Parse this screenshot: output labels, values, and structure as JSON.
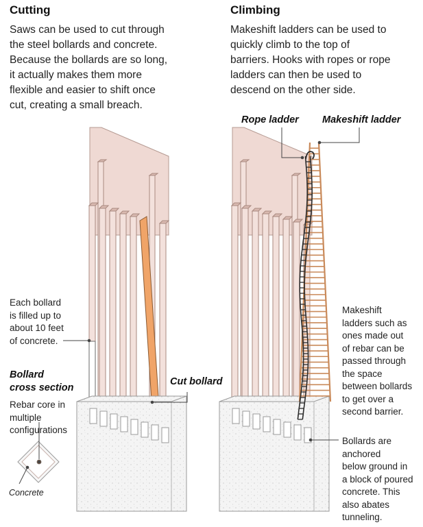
{
  "cutting": {
    "title": "Cutting",
    "body": "Saws can be used to cut through\nthe steel bollards and concrete.\nBecause the bollards are so long,\nit actually makes them more\nflexible and easier to shift once\ncut, creating a small breach."
  },
  "climbing": {
    "title": "Climbing",
    "body": "Makeshift ladders can be used to\nquickly climb to the top of\nbarriers. Hooks with ropes or rope\nladders can then be used to\ndescend on the other side."
  },
  "labels": {
    "bollard_fill": "Each bollard\nis filled up to\nabout 10 feet\nof concrete.",
    "cross_section_title": "Bollard\ncross section",
    "rebar_core": "Rebar core in\nmultiple\nconfigurations",
    "concrete": "Concrete",
    "cut_bollard": "Cut bollard",
    "rope_ladder": "Rope ladder",
    "makeshift_ladder": "Makeshift ladder",
    "makeshift_note": "Makeshift\nladders such as\nones made out\nof rebar can be\npassed through\nthe space\nbetween bollards\nto get over a\nsecond barrier.",
    "anchored_note": "Bollards are\nanchored\nbelow ground in\na block of poured\nconcrete. This\nalso abates\ntunneling."
  },
  "colors": {
    "bollard": "#f3e1dc",
    "bollard_shadow": "#d9b9b0",
    "panel": "#efd9d3",
    "concrete": "#f4f4f4",
    "cut_bollard": "#f0a468",
    "rope_ladder": "#2b2b2b",
    "makeshift_ladder": "#c98a5a"
  }
}
